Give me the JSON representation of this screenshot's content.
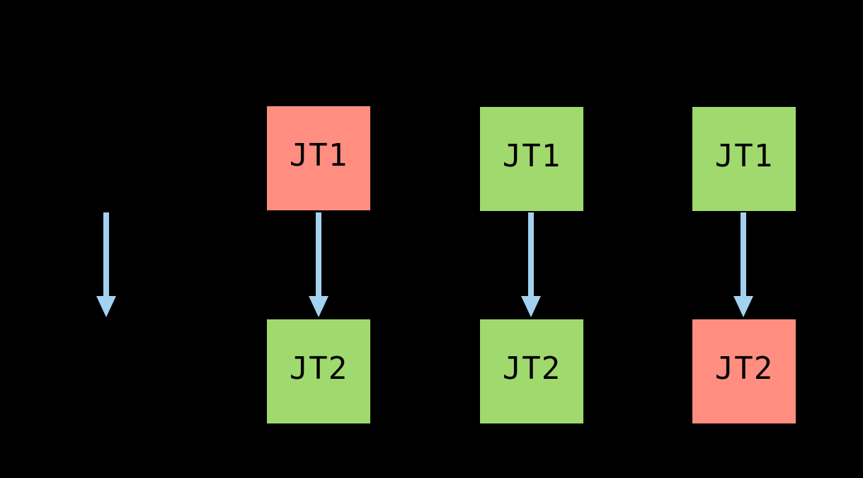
{
  "diagram": {
    "background": "#000000",
    "text_color": "#000000",
    "arrow_color": "#A3D1F0",
    "state_colors": {
      "red": "#FF8E80",
      "green": "#A0D96D"
    },
    "standalone_arrow": {
      "direction": "down",
      "color": "#A3D1F0"
    },
    "columns": [
      {
        "top": {
          "label": "JT1",
          "fill": "#FF8E80"
        },
        "bottom": {
          "label": "JT2",
          "fill": "#A0D96D"
        }
      },
      {
        "top": {
          "label": "JT1",
          "fill": "#A0D96D"
        },
        "bottom": {
          "label": "JT2",
          "fill": "#A0D96D"
        }
      },
      {
        "top": {
          "label": "JT1",
          "fill": "#A0D96D"
        },
        "bottom": {
          "label": "JT2",
          "fill": "#FF8E80"
        }
      }
    ]
  }
}
